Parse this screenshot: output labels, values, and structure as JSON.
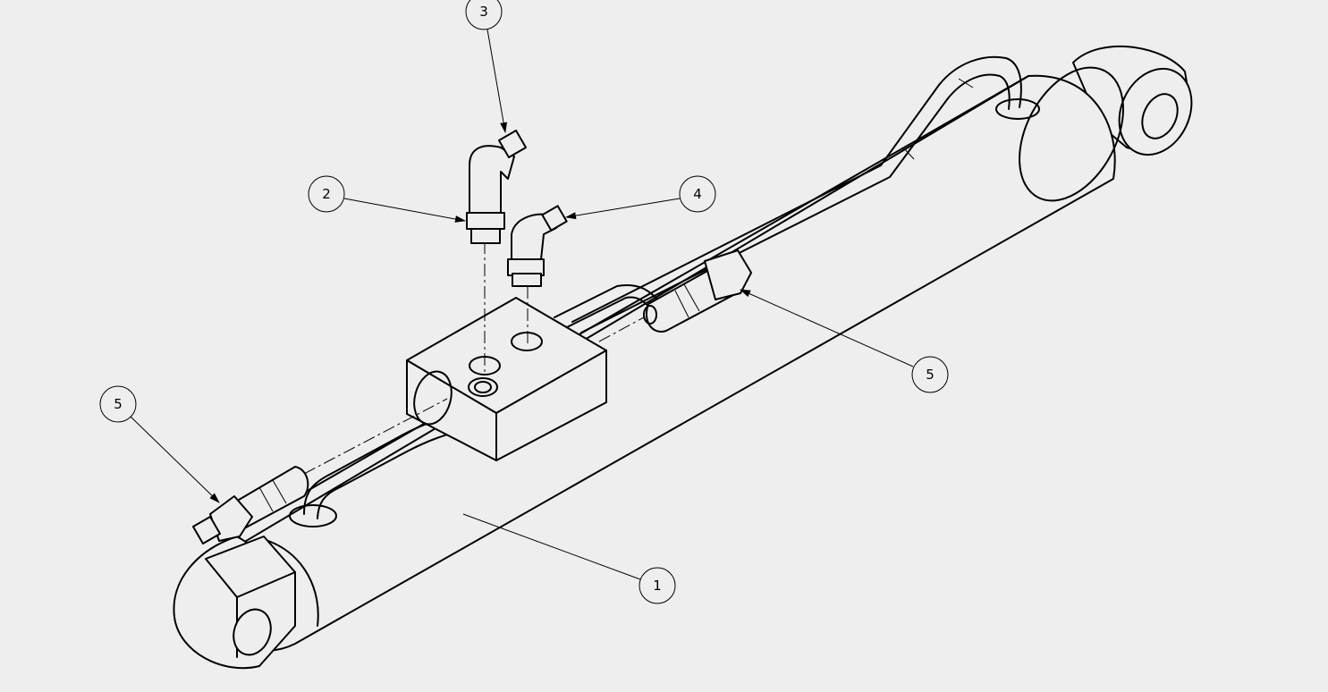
{
  "drawing": {
    "background_color": "#eeeeee",
    "line_color": "#000000",
    "balloons": [
      {
        "label": "3"
      },
      {
        "label": "2"
      },
      {
        "label": "4"
      },
      {
        "label": "5"
      },
      {
        "label": "5"
      },
      {
        "label": "1"
      }
    ]
  }
}
